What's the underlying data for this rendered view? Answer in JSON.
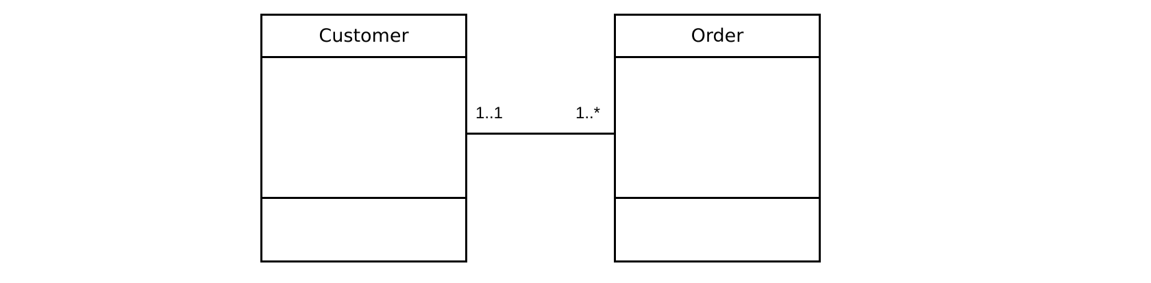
{
  "classes": [
    {
      "name": "Customer"
    },
    {
      "name": "Order"
    }
  ],
  "association": {
    "source_multiplicity": "1..1",
    "target_multiplicity": "1..*"
  }
}
